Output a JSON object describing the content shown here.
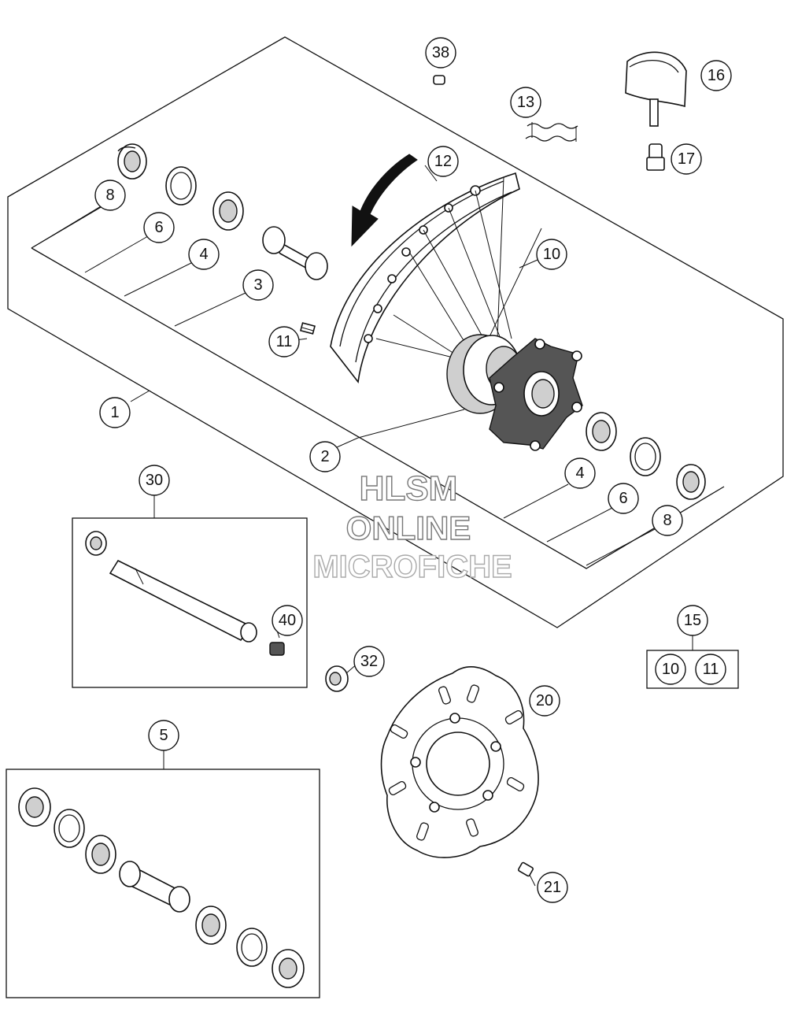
{
  "callouts": {
    "c1": "1",
    "c2": "2",
    "c3": "3",
    "c4a": "4",
    "c4b": "4",
    "c5": "5",
    "c6a": "6",
    "c6b": "6",
    "c8a": "8",
    "c8b": "8",
    "c10": "10",
    "c11": "11",
    "c12": "12",
    "c13": "13",
    "c15": "15",
    "c15_10": "10",
    "c15_11": "11",
    "c16": "16",
    "c17": "17",
    "c20": "20",
    "c21": "21",
    "c30": "30",
    "c32": "32",
    "c38": "38",
    "c40": "40"
  },
  "watermark": {
    "line1": "HLSM",
    "line2": "ONLINE",
    "line3": "MICROFICHE"
  }
}
